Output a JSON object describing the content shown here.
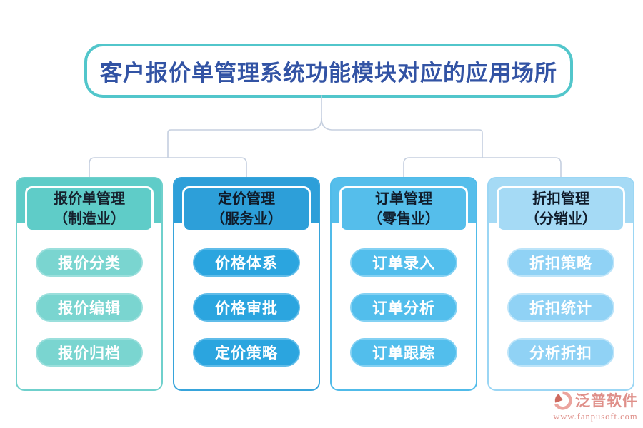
{
  "title": "客户报价单管理系统功能模块对应的应用场所",
  "theme": {
    "background": "#FFFFFF",
    "title_text": "#3253A4",
    "title_border": "#52C6CB",
    "connector": "#C5CFDF",
    "logo_color": "#DF8F89"
  },
  "columns": [
    {
      "header_line1": "报价单管理",
      "header_line2": "（制造业）",
      "items": [
        "报价分类",
        "报价编辑",
        "报价归档"
      ],
      "colors": {
        "border": "#6FD0CC",
        "header": "#5FCCC8",
        "pill": "#7AD5D0",
        "pill_border": "#9ADFDC",
        "text": "#16222E"
      }
    },
    {
      "header_line1": "定价管理",
      "header_line2": "（服务业）",
      "items": [
        "价格体系",
        "价格审批",
        "定价策略"
      ],
      "colors": {
        "border": "#37A4DB",
        "header": "#2D9FD9",
        "pill": "#2BA5DF",
        "pill_border": "#5FBCE9",
        "text": "#101C2B"
      }
    },
    {
      "header_line1": "订单管理",
      "header_line2": "（零售业）",
      "items": [
        "订单录入",
        "订单分析",
        "订单跟踪"
      ],
      "colors": {
        "border": "#50BBE9",
        "header": "#55BEEB",
        "pill": "#52BEEC",
        "pill_border": "#83D1F3",
        "text": "#101C2B"
      }
    },
    {
      "header_line1": "折扣管理",
      "header_line2": "（分销业）",
      "items": [
        "折扣策略",
        "折扣统计",
        "分析折扣"
      ],
      "colors": {
        "border": "#9BD6F4",
        "header": "#A5DAF5",
        "pill": "#90D2F5",
        "pill_border": "#BCE4F9",
        "text": "#101C2B"
      }
    }
  ],
  "footer_logo": {
    "icon": "fanpu-logo-icon",
    "name": "泛普软件",
    "url": "www.fanpusoft.com"
  }
}
